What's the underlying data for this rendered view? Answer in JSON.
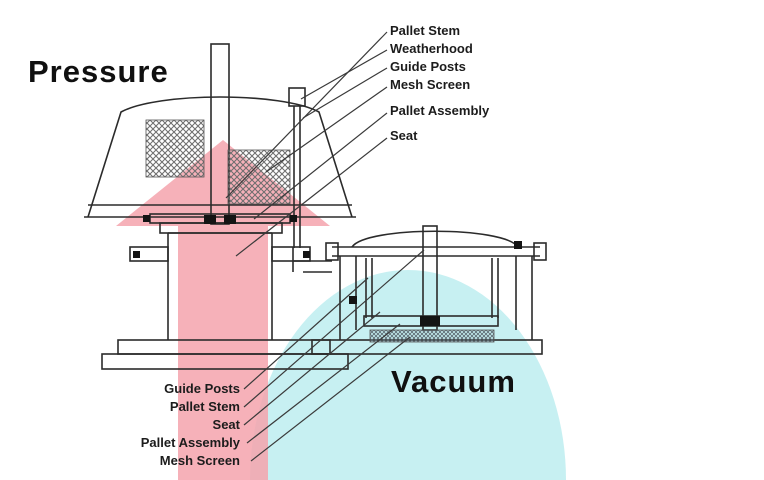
{
  "diagram": {
    "pressure_title": "Pressure",
    "vacuum_title": "Vacuum",
    "pressure_labels": [
      "Pallet Stem",
      "Weatherhood",
      "Guide Posts",
      "Mesh Screen",
      "Pallet Assembly",
      "Seat"
    ],
    "vacuum_labels": [
      "Guide Posts",
      "Pallet Stem",
      "Seat",
      "Pallet Assembly",
      "Mesh Screen"
    ]
  },
  "colors": {
    "pressure_arrow": "#f4a3ad",
    "vacuum_arrow": "#b9ecef"
  }
}
